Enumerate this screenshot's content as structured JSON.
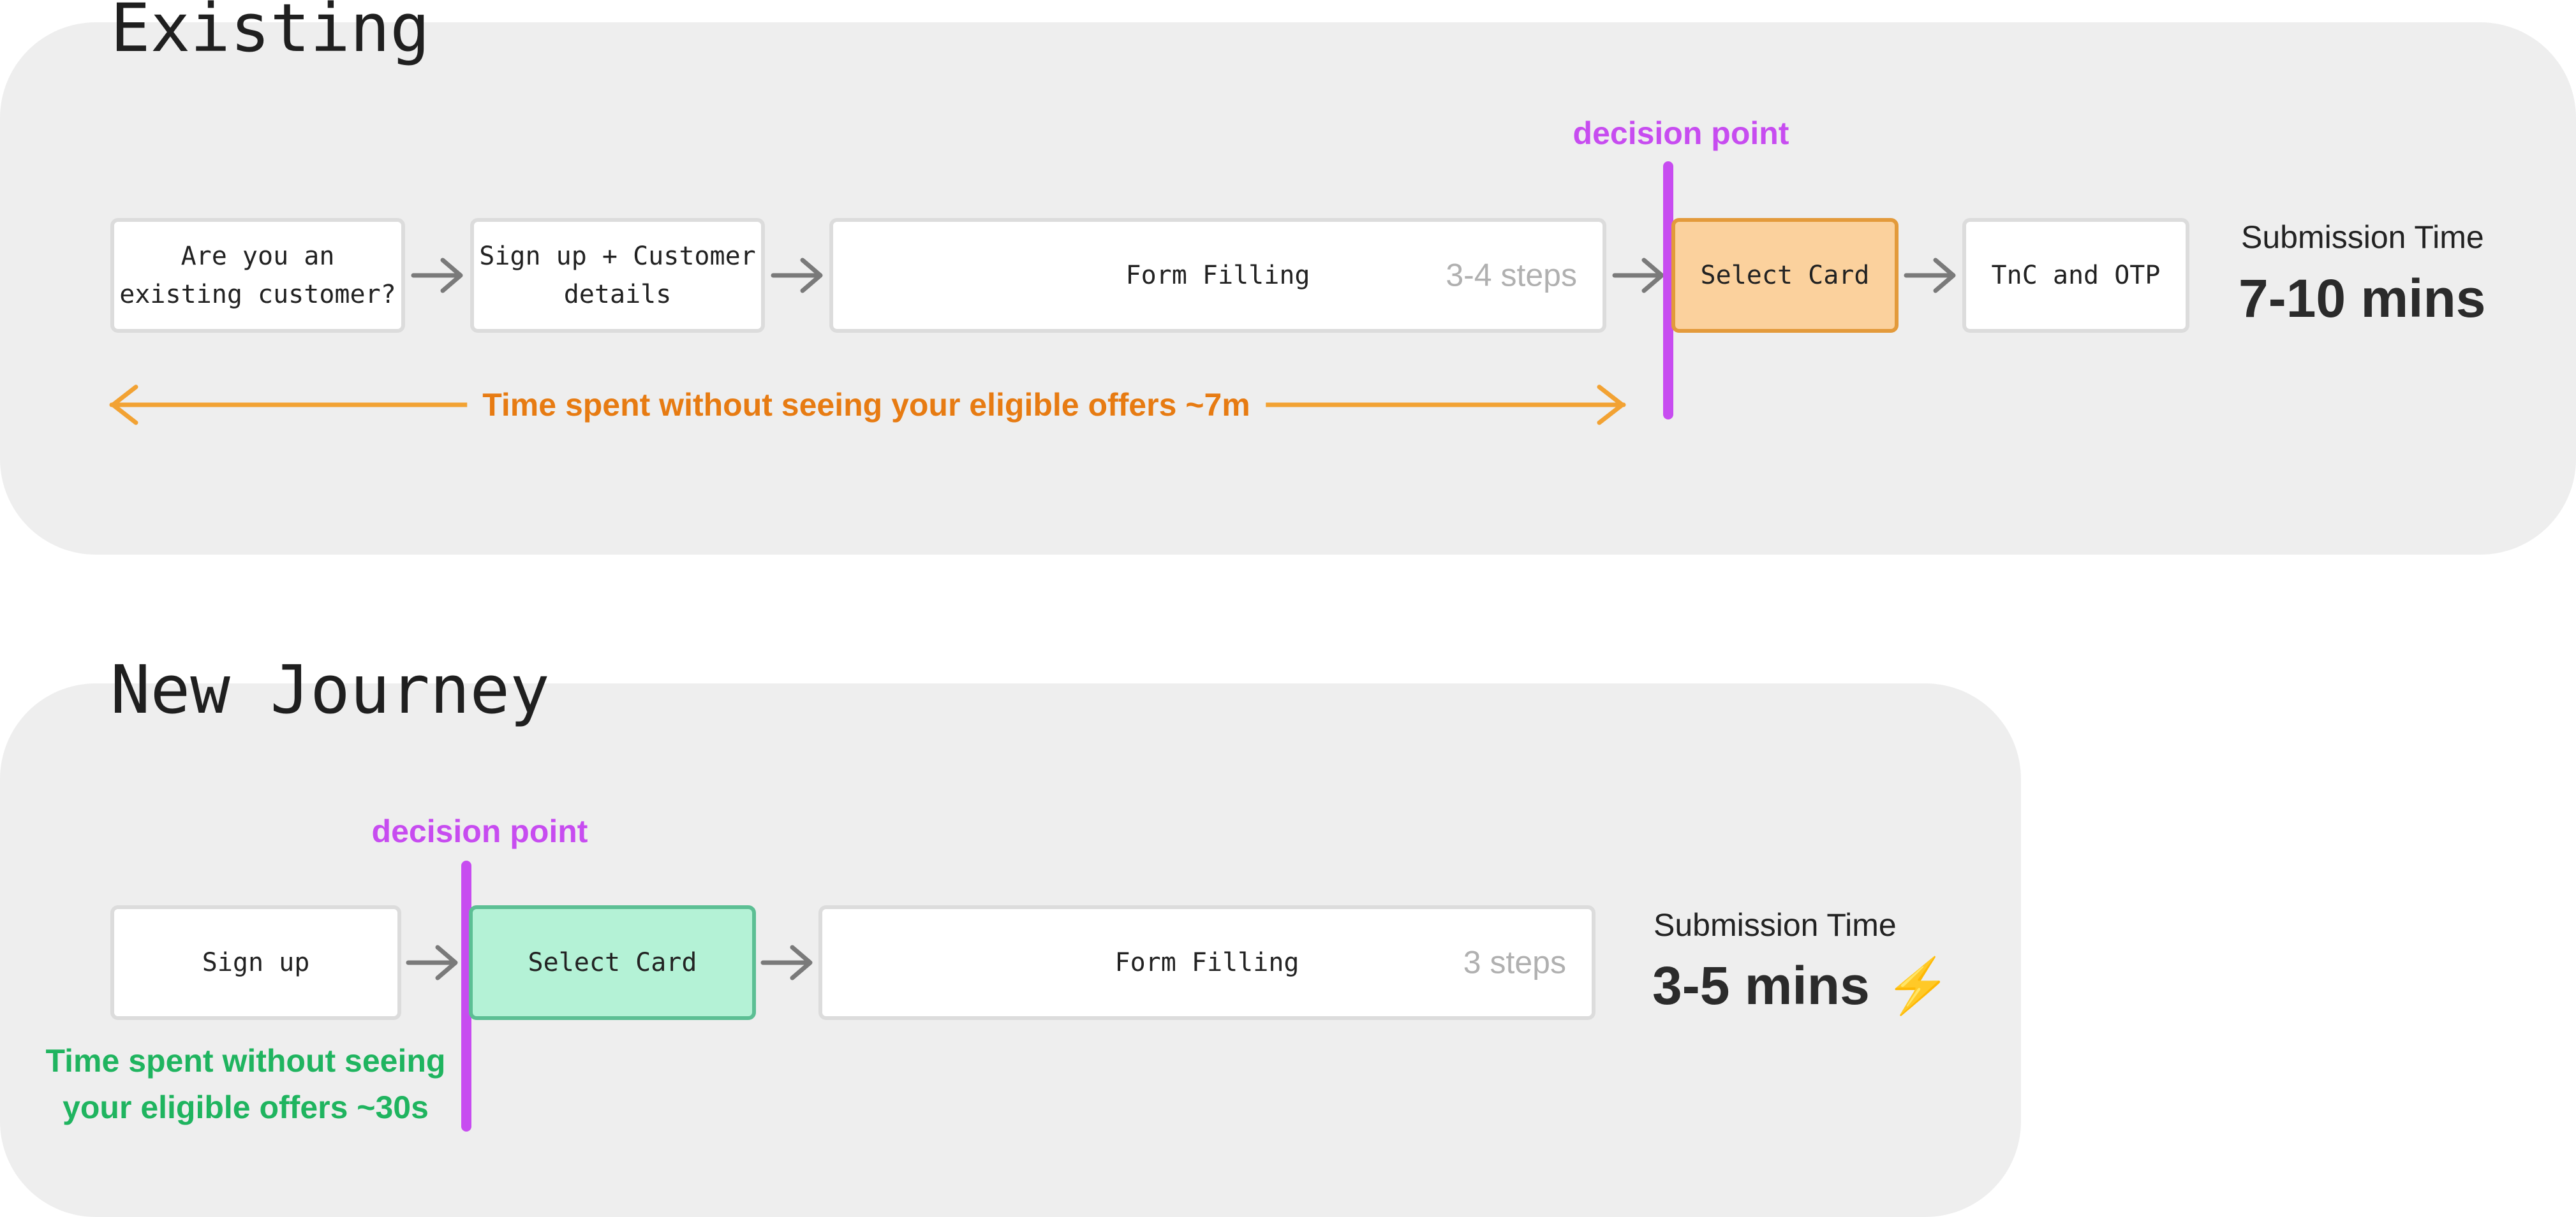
{
  "existing": {
    "title": "Existing",
    "steps": [
      {
        "label": "Are you an\nexisting customer?"
      },
      {
        "label": "Sign up + Customer\ndetails"
      },
      {
        "label": "Form Filling",
        "meta": "3-4 steps"
      },
      {
        "label": "Select Card"
      },
      {
        "label": "TnC and OTP"
      }
    ],
    "decision_label": "decision point",
    "span_text": "Time spent without seeing your eligible offers ~7m",
    "submission_label": "Submission Time",
    "submission_value": "7-10 mins"
  },
  "new_journey": {
    "title": "New Journey",
    "steps": [
      {
        "label": "Sign up"
      },
      {
        "label": "Select Card"
      },
      {
        "label": "Form Filling",
        "meta": "3 steps"
      }
    ],
    "decision_label": "decision point",
    "note": "Time spent without seeing\nyour eligible offers ~30s",
    "submission_label": "Submission Time",
    "submission_value": "3-5 mins",
    "submission_icon": "lightning-icon"
  },
  "colors": {
    "panel": "#eeeeee",
    "step_border": "#dcdcdc",
    "decision": "#c74cf0",
    "highlight_orange": "#fbd19d",
    "highlight_green": "#b4f2d6",
    "span_orange": "#e77b12",
    "note_green": "#1fb45f"
  }
}
